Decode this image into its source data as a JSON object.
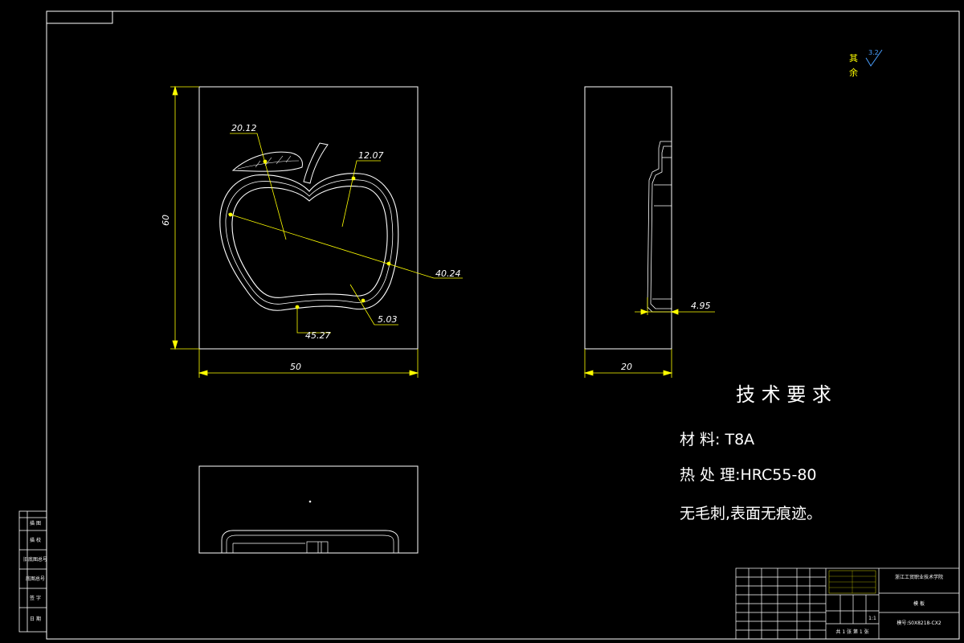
{
  "dimensions": {
    "width": "50",
    "height": "60",
    "side_width": "20",
    "leaf": "20.12",
    "stem": "12.07",
    "diagonal": "40.24",
    "corner": "5.03",
    "bottom": "45.27",
    "depth": "4.95"
  },
  "roughness": {
    "label_top": "其",
    "label_bottom": "余",
    "value": "3.2"
  },
  "requirements": {
    "title": "技 术 要 求",
    "material": "材    料:  T8A",
    "heat_treatment": "热 处 理:HRC55-80",
    "note": "无毛刺,表面无痕迹。"
  },
  "left_box": {
    "rows": [
      "描 图",
      "描 校",
      "旧底图总号",
      "底图总号",
      "签 字",
      "日 期"
    ]
  },
  "title_block": {
    "school": "浙江工贸职业技术学院",
    "part_name": "模 板",
    "drawing_no": "模号:S0X8218-CX2",
    "scale": "1:1",
    "sheet": "共 1 张 第 1 张"
  },
  "colors": {
    "background": "#000000",
    "line": "#ffffff",
    "dimension": "#ffff00",
    "roughness_symbol": "#4aa0ff"
  }
}
